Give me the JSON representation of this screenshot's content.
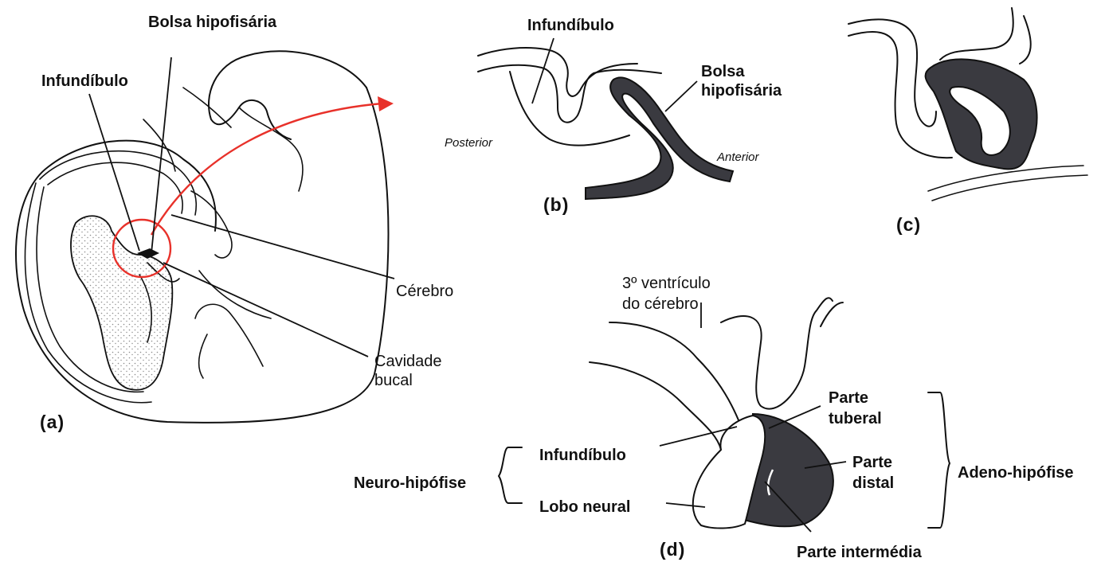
{
  "colors": {
    "ink": "#111111",
    "tissue": "#3a3a40",
    "highlight": "#e8312a",
    "stipple": "#8a8a8a"
  },
  "panel_a": {
    "tag": "(a)",
    "bolsa": "Bolsa hipofisária",
    "infundibulo": "Infundíbulo",
    "cerebro": "Cérebro",
    "cavidade_1": "Cavidade",
    "cavidade_2": "bucal"
  },
  "panel_b": {
    "tag": "(b)",
    "infundibulo": "Infundíbulo",
    "bolsa_1": "Bolsa",
    "bolsa_2": "hipofisária",
    "posterior": "Posterior",
    "anterior": "Anterior"
  },
  "panel_c": {
    "tag": "(c)"
  },
  "panel_d": {
    "tag": "(d)",
    "ventriculo_1": "3º ventrículo",
    "ventriculo_2": "do cérebro",
    "parte_tuberal_1": "Parte",
    "parte_tuberal_2": "tuberal",
    "parte_distal_1": "Parte",
    "parte_distal_2": "distal",
    "parte_intermedia": "Parte intermédia",
    "infundibulo": "Infundíbulo",
    "lobo_neural": "Lobo neural",
    "neuro_hipofise": "Neuro-hipófise",
    "adeno_hipofise": "Adeno-hipófise"
  }
}
